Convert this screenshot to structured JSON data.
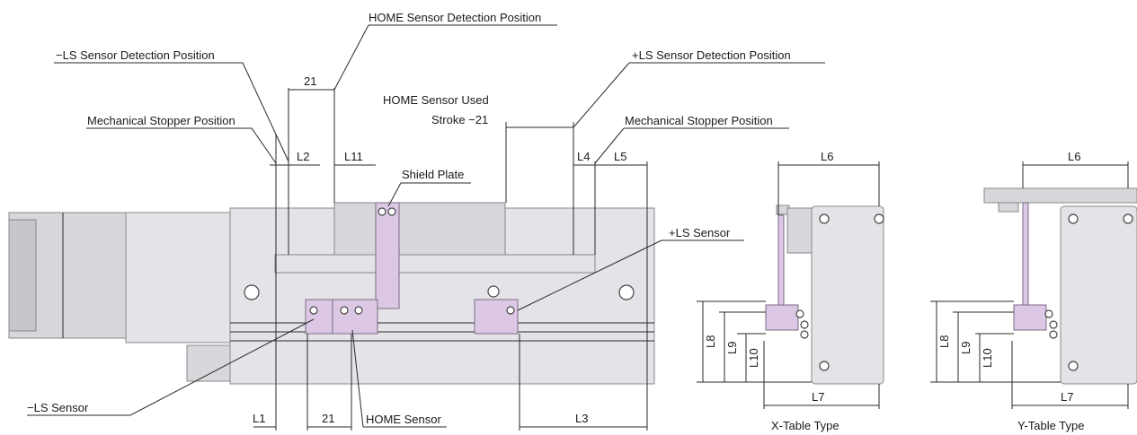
{
  "labels": {
    "home_detect": "HOME Sensor Detection Position",
    "neg_ls_detect": "−LS Sensor Detection Position",
    "pos_ls_detect": "+LS Sensor Detection Position",
    "mech_stop_left": "Mechanical Stopper Position",
    "mech_stop_right": "Mechanical Stopper Position",
    "home_used_1": "HOME Sensor Used",
    "home_used_2": "Stroke −21",
    "shield_plate": "Shield Plate",
    "pos_ls_sensor": "+LS Sensor",
    "neg_ls_sensor": "−LS Sensor",
    "home_sensor": "HOME Sensor"
  },
  "dims": {
    "d21_top": "21",
    "L2": "L2",
    "L11": "L11",
    "L4": "L4",
    "L5": "L5",
    "L1": "L1",
    "d21_bottom": "21",
    "L3": "L3"
  },
  "side_views": {
    "x_table": {
      "L6": "L6",
      "L7": "L7",
      "L8": "L8",
      "L9": "L9",
      "L10": "L10",
      "caption": "X-Table Type"
    },
    "y_table": {
      "L6": "L6",
      "L7": "L7",
      "L8": "L8",
      "L9": "L9",
      "L10": "L10",
      "caption": "Y-Table Type"
    }
  }
}
